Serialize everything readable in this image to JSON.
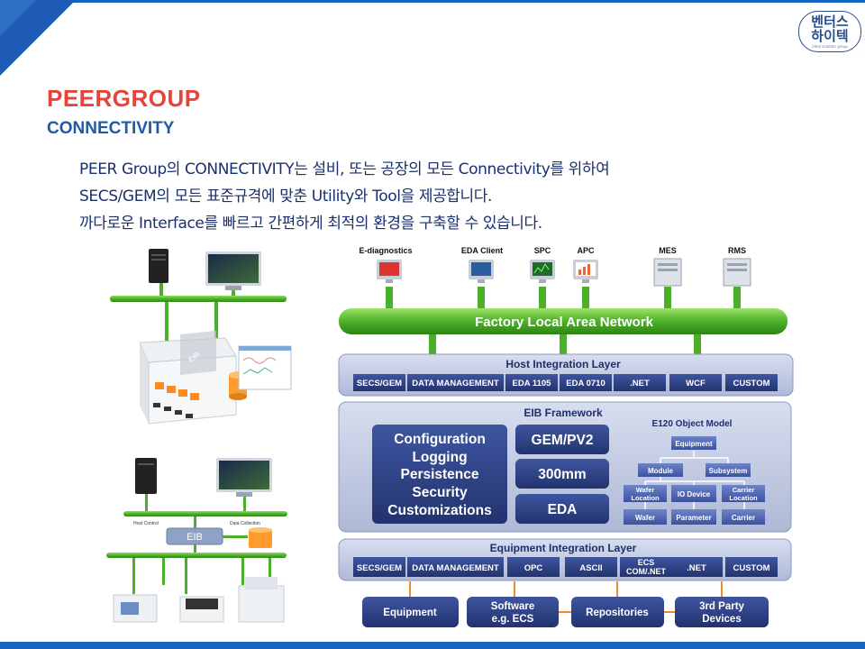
{
  "header": {
    "title": "PEERGROUP",
    "subtitle": "CONNECTIVITY",
    "logo": {
      "line1": "벤터스",
      "line2": "하이텍",
      "tagline": "ideal solution group"
    }
  },
  "description": [
    "PEER Group의 CONNECTIVITY는 설비, 또는 공장의 모든 Connectivity를 위하여",
    "SECS/GEM의 모든 표준규격에 맞춘 Utility와 Tool을 제공합니다.",
    "까다로운 Interface를 빠르고 간편하게 최적의 환경을 구축할 수 있습니다."
  ],
  "left_diagram": {
    "eib_label": "EIB",
    "host_control": "Host Control",
    "data_collection": "Data Collection",
    "eib_box": "EIB"
  },
  "architecture": {
    "clients": [
      "E-diagnostics",
      "EDA Client",
      "SPC",
      "APC",
      "MES",
      "RMS"
    ],
    "network": "Factory Local Area Network",
    "host_layer": {
      "title": "Host Integration Layer",
      "items": [
        "SECS/GEM",
        "DATA MANAGEMENT",
        "EDA 1105",
        "EDA 0710",
        ".NET",
        "WCF",
        "CUSTOM"
      ]
    },
    "framework": {
      "title": "EIB Framework",
      "features": [
        "Configuration",
        "Logging",
        "Persistence",
        "Security",
        "Customizations"
      ],
      "modules": [
        "GEM/PV2",
        "300mm",
        "EDA"
      ],
      "object_model": {
        "title": "E120 Object Model",
        "equipment": "Equipment",
        "module": "Module",
        "subsystem": "Subsystem",
        "wafer_location": [
          "Wafer",
          "Location"
        ],
        "io_device": "IO Device",
        "carrier_location": [
          "Carrier",
          "Location"
        ],
        "wafer": "Wafer",
        "parameter": "Parameter",
        "carrier": "Carrier"
      }
    },
    "equipment_layer": {
      "title": "Equipment Integration Layer",
      "items": [
        "SECS/GEM",
        "DATA MANAGEMENT",
        "OPC",
        "ASCII",
        "ECS COM/.NET",
        ".NET",
        "CUSTOM"
      ],
      "ecs_lines": [
        "ECS",
        "COM/.NET"
      ]
    },
    "bottom": [
      "Equipment",
      "Software e.g. ECS",
      "Repositories",
      "3rd Party Devices"
    ],
    "bottom_lines": {
      "software": [
        "Software",
        "e.g. ECS"
      ],
      "third_party": [
        "3rd Party",
        "Devices"
      ]
    }
  },
  "colors": {
    "accent_red": "#e8433a",
    "accent_blue": "#1f5aa6",
    "layer_navy": "#2d3f7e",
    "layer_light": "#c9d0e6",
    "network_green": "#4caf2a"
  }
}
